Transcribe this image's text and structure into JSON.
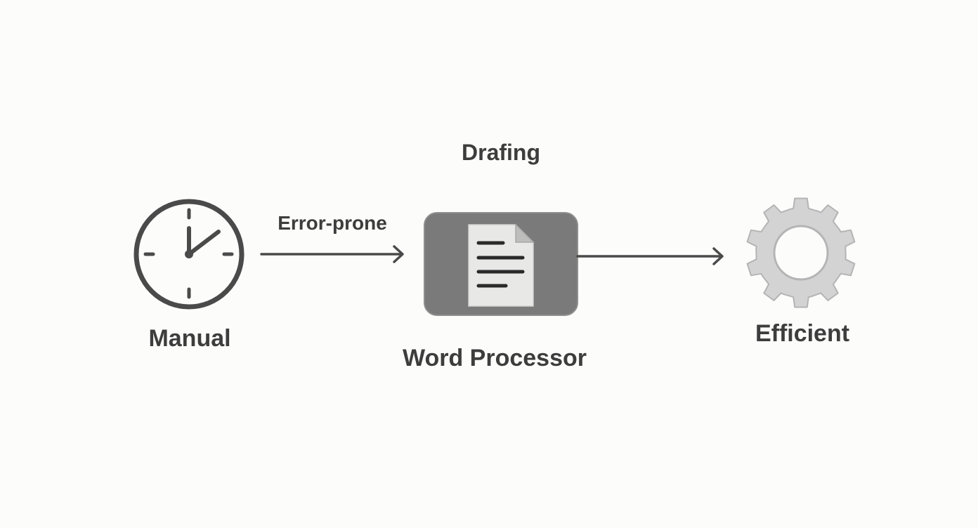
{
  "diagram": {
    "title": "Drafing",
    "nodes": {
      "manual": {
        "label": "Manual",
        "icon": "clock-icon"
      },
      "word_processor": {
        "label": "Word Processor",
        "icon": "document-icon"
      },
      "efficient": {
        "label": "Efficient",
        "icon": "gear-icon"
      }
    },
    "edges": {
      "manual_to_word": {
        "label": "Error-prone"
      },
      "word_to_efficient": {
        "label": ""
      }
    }
  },
  "colors": {
    "background": "#fcfcfb",
    "text": "#3d3d3d",
    "stroke": "#4a4a4a",
    "box_fill": "#7a7a7a",
    "box_stroke": "#8e8e8e",
    "document_fill": "#e8e8e6",
    "document_lines": "#2a2a2a",
    "gear_fill": "#d3d3d3",
    "gear_stroke": "#b4b4b4"
  }
}
